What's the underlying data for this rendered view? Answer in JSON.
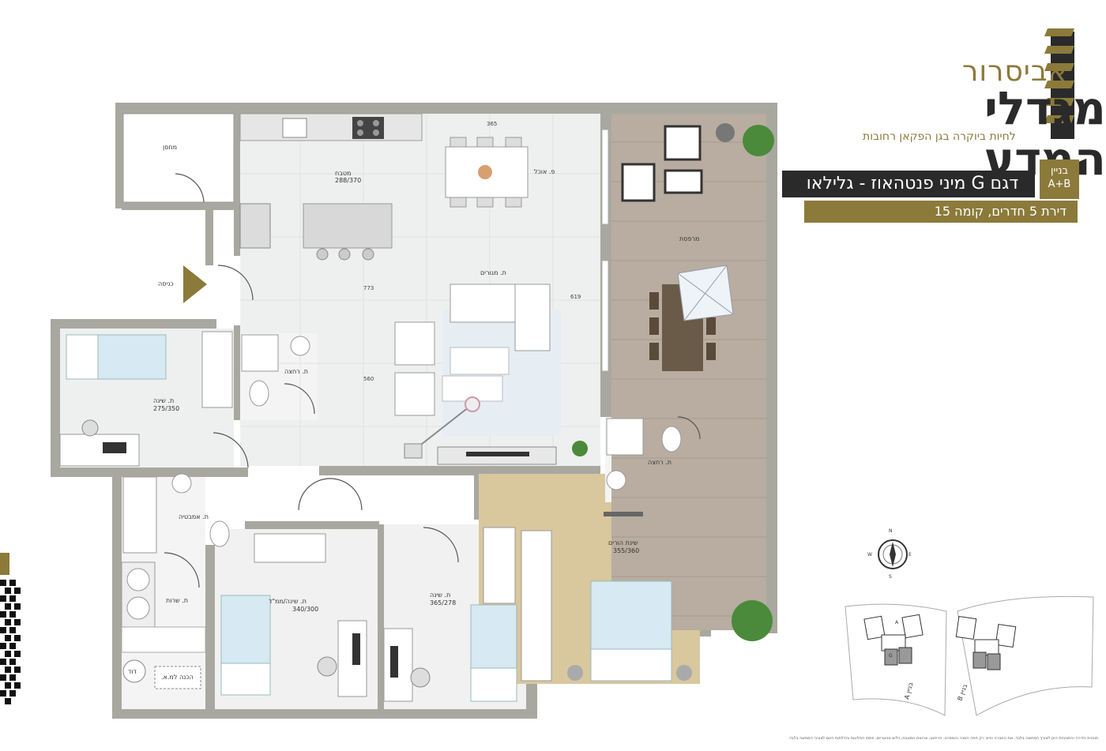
{
  "brand": {
    "top": "אביסרור",
    "main": "מגדלי המדע",
    "subtitle": "לחיות ביוקרה בגן הפקאן רחובות"
  },
  "model": {
    "title": "דגם G מיני פנטהאוז - גלילאו",
    "building_label": "בניין",
    "building_value": "A+B",
    "apartment": "דירת 5 חדרים, קומה 15"
  },
  "rooms": {
    "storage": "מחסן",
    "kitchen": "מטבח",
    "kitchen_size": "288/370",
    "dining": "פ. אוכל",
    "living": "ת. מגורים",
    "balcony": "מרפסת",
    "entrance": "כניסה",
    "bedroom1": "ת. שינה",
    "bedroom1_size": "275/350",
    "shower1": "ת. רחצה",
    "bath": "ת. אמבטיה",
    "services": "ת. שרות",
    "boiler": "דוד",
    "ac_prep": "הכנה למ.א.",
    "mamad": "ת. שינה/ממ\"ד",
    "mamad_size": "340/300",
    "bedroom2": "ת. שינה",
    "bedroom2_size": "365/278",
    "master": "שינת הורים",
    "master_size": "355/360",
    "shower2": "ת. רחצה"
  },
  "dimensions": {
    "d365": "365",
    "d773": "773",
    "d560": "560",
    "d619": "619"
  },
  "keyplan": {
    "building_a": "בניין A",
    "building_b": "בניין B",
    "tag_a": "A",
    "tag_g": "G"
  },
  "compass": {
    "n": "N",
    "s": "S",
    "e": "E",
    "w": "W"
  },
  "disclaimer": "תוכנית הדירה והתוכניות הינן לצורך המחשה בלבד. את החברה יחייב רק חוזה המכר והמפרט. הריהוט, ארונות המטבח, כלים סניטריים, פתחי החלונות והדלתות הינם לצורכי המחשה בלבד.",
  "colors": {
    "gold": "#8b7a3a",
    "dark": "#2a2a2a",
    "wall": "#a8a8a0",
    "floor_tile": "#eef0ef",
    "wood_deck": "#b8ada0",
    "parquet": "#d9c79e"
  }
}
